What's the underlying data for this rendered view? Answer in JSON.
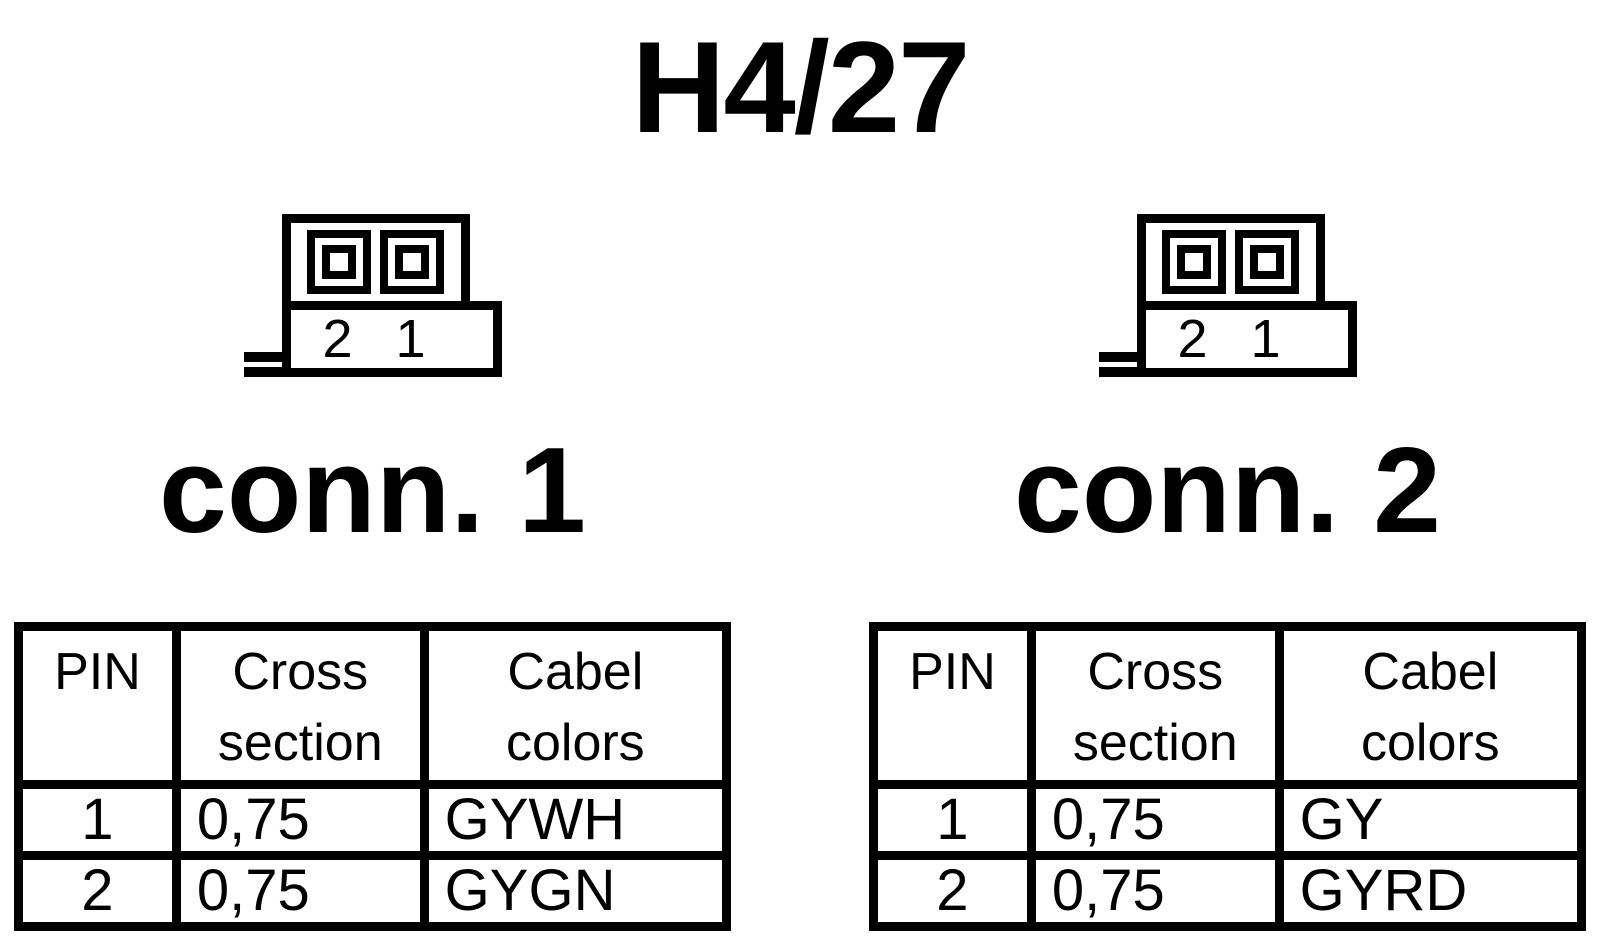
{
  "title": "H4/27",
  "colors": {
    "ink": "#000000",
    "background": "#ffffff"
  },
  "connectors": [
    {
      "label": "conn. 1",
      "pin_labels": [
        "2",
        "1"
      ],
      "table": {
        "headers": [
          "PIN",
          "Cross\nsection",
          "Cabel\ncolors"
        ],
        "rows": [
          [
            "1",
            "0,75",
            "GYWH"
          ],
          [
            "2",
            "0,75",
            "GYGN"
          ]
        ]
      }
    },
    {
      "label": "conn. 2",
      "pin_labels": [
        "2",
        "1"
      ],
      "table": {
        "headers": [
          "PIN",
          "Cross\nsection",
          "Cabel\ncolors"
        ],
        "rows": [
          [
            "1",
            "0,75",
            "GY"
          ],
          [
            "2",
            "0,75",
            "GYRD"
          ]
        ]
      }
    }
  ]
}
